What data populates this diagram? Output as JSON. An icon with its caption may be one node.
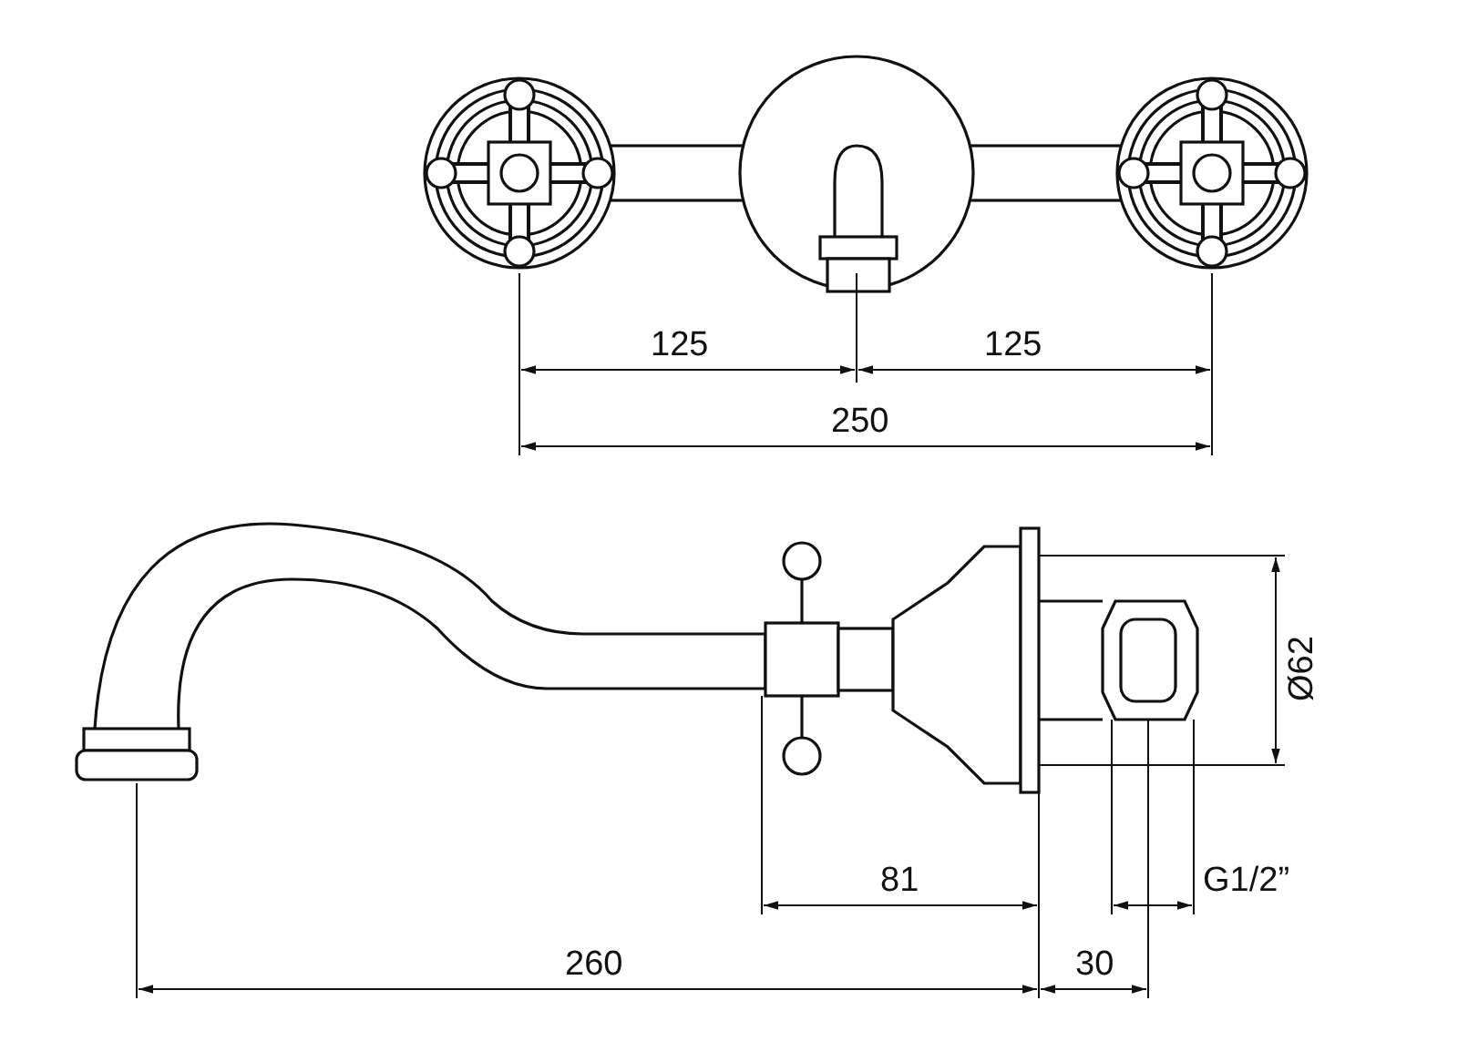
{
  "diagram": {
    "labels": [
      "125",
      "125",
      "250",
      "Ø62",
      "81",
      "G1/2”",
      "260",
      "30"
    ]
  }
}
